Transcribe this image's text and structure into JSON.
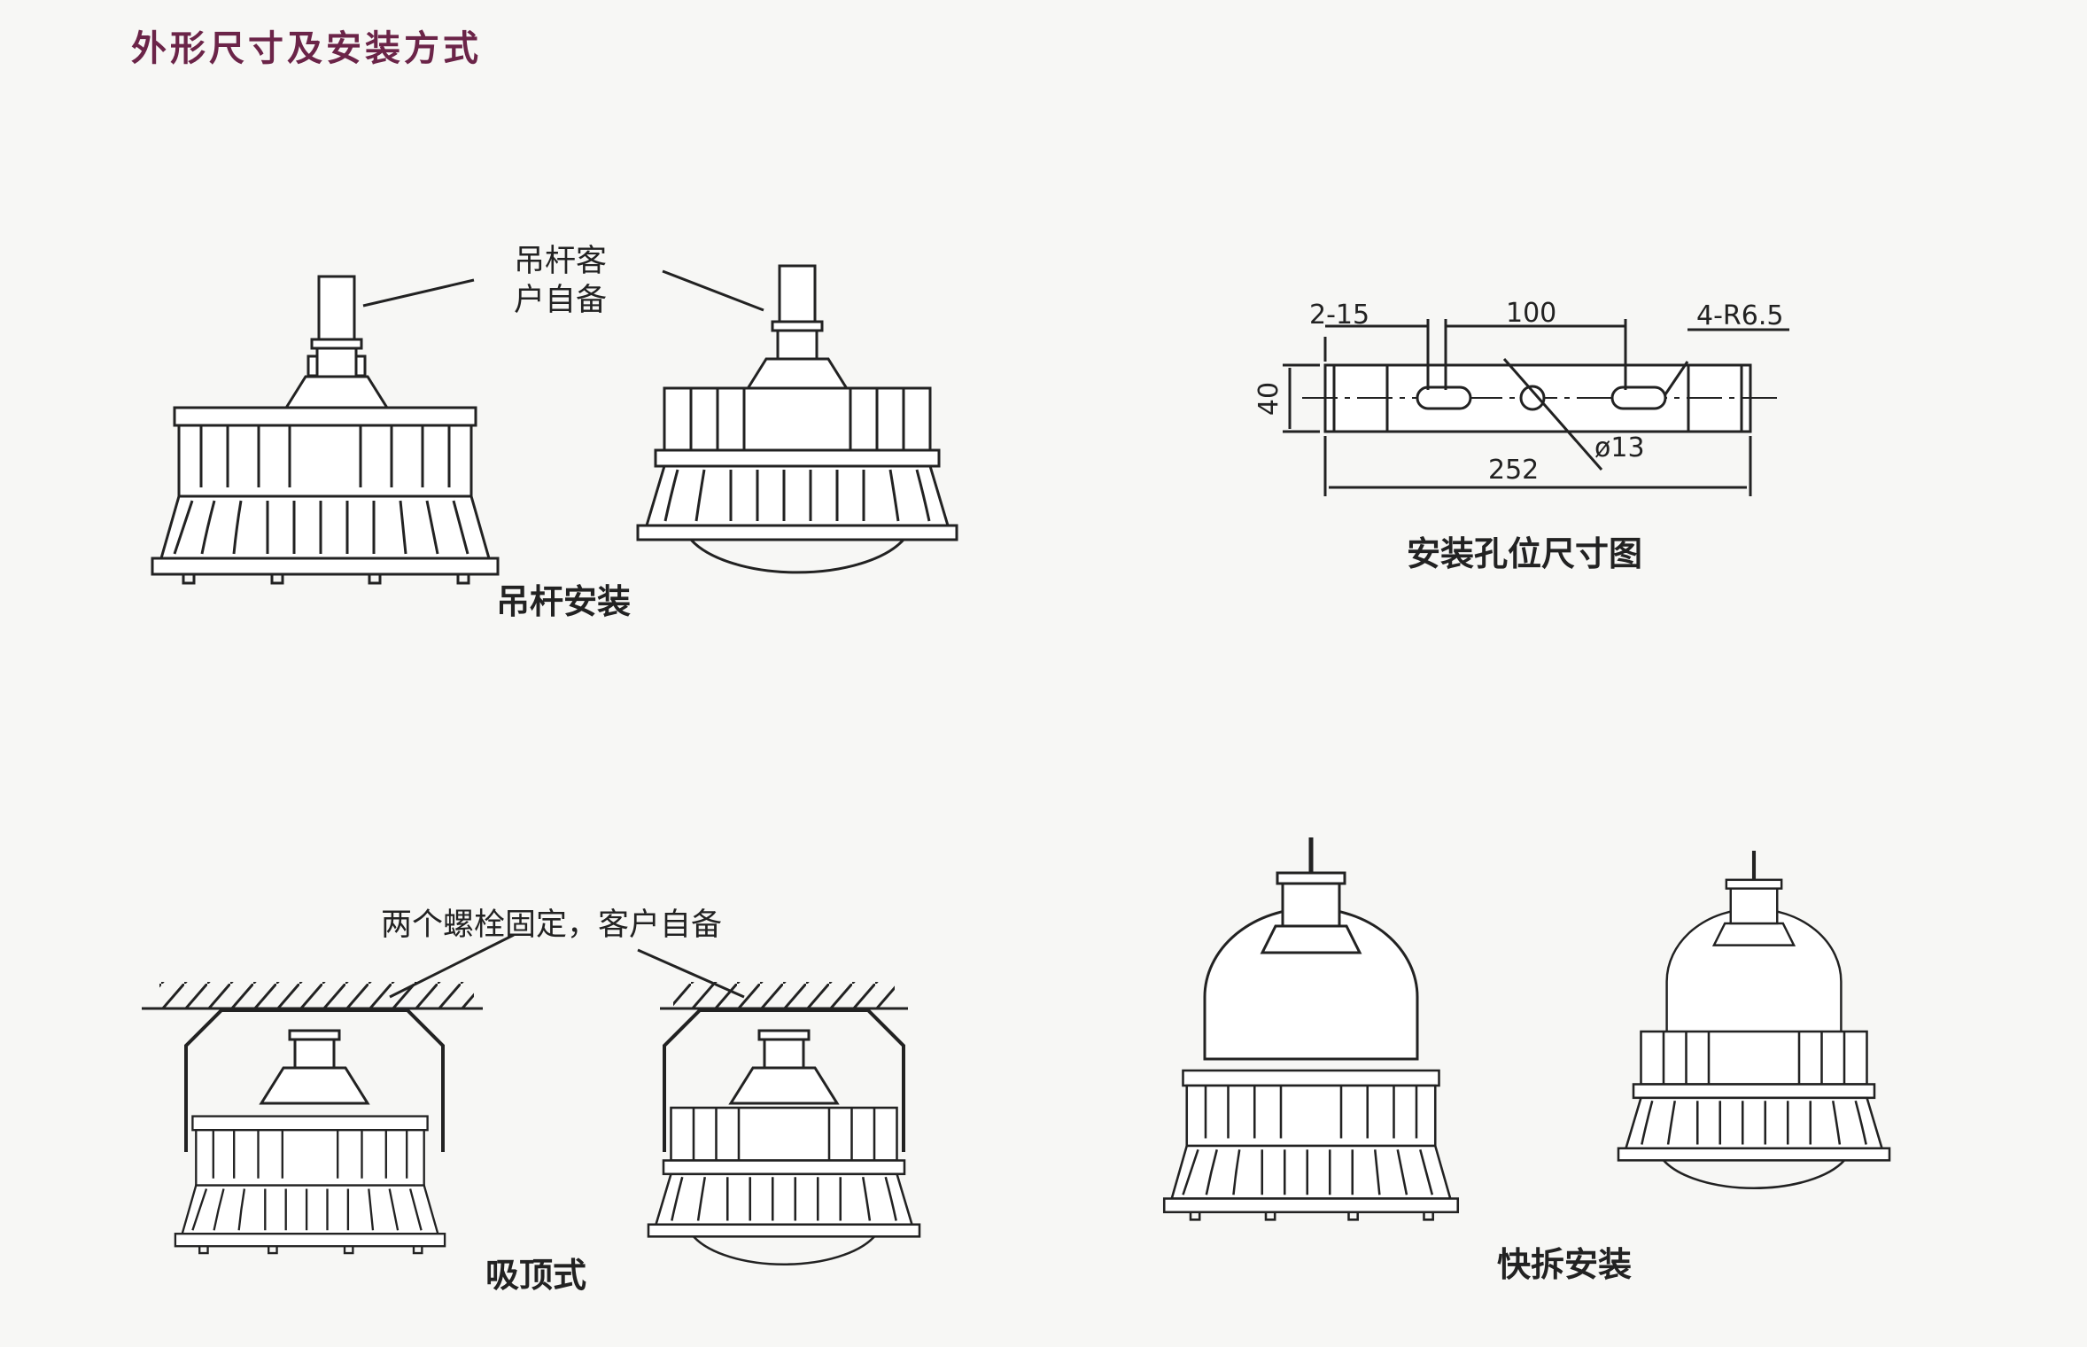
{
  "title": "外形尺寸及安装方式",
  "rod_note": {
    "line1": "吊杆客",
    "line2": "户自备"
  },
  "caption_pendant": "吊杆安装",
  "caption_hole": "安装孔位尺寸图",
  "bracket_dims": {
    "hole_count": "2-15",
    "spacing": "100",
    "radius": "4-R6.5",
    "height": "40",
    "center_hole": "ø13",
    "length": "252"
  },
  "bolt_note": "两个螺栓固定，客户自备",
  "caption_ceiling": "吸顶式",
  "caption_quick": "快拆安装"
}
